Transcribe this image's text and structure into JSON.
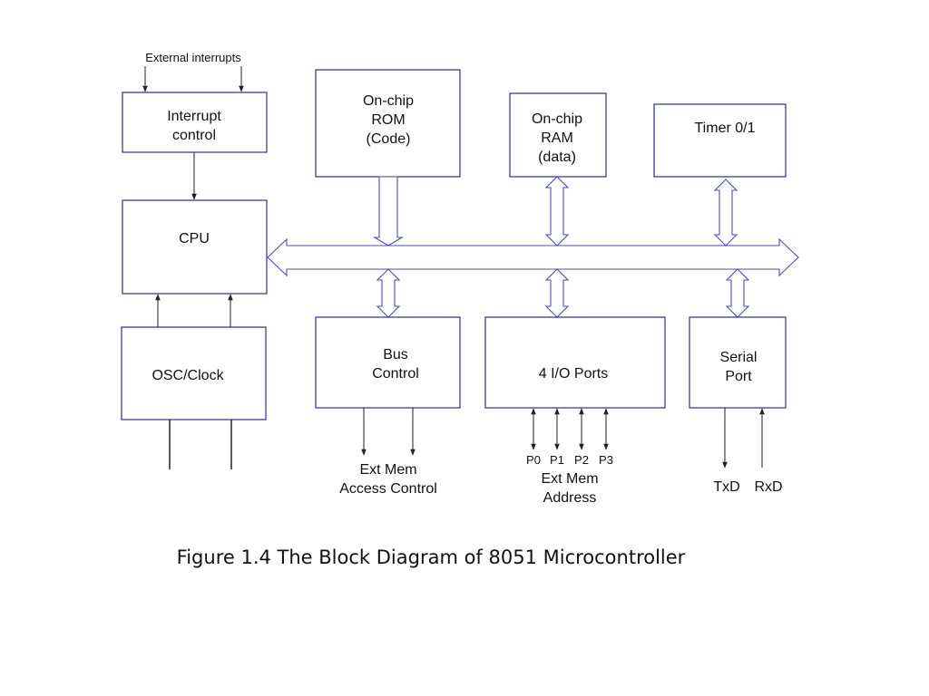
{
  "external_interrupts": "External interrupts",
  "blocks": {
    "interrupt_control": [
      "Interrupt",
      "control"
    ],
    "rom": [
      "On-chip",
      "ROM",
      "(Code)"
    ],
    "ram": [
      "On-chip",
      "RAM",
      "(data)"
    ],
    "timer": [
      "Timer 0/1"
    ],
    "cpu": [
      "CPU"
    ],
    "osc": [
      "OSC/Clock"
    ],
    "bus_control": [
      "Bus",
      "Control"
    ],
    "io_ports": [
      "4 I/O Ports"
    ],
    "serial_port": [
      "Serial",
      "Port"
    ]
  },
  "ports": [
    "P0",
    "P1",
    "P2",
    "P3"
  ],
  "ext_mem_access": [
    "Ext Mem",
    "Access Control"
  ],
  "ext_mem_address": [
    "Ext Mem",
    "Address"
  ],
  "serial_signals": {
    "txd": "TxD",
    "rxd": "RxD"
  },
  "caption": "Figure 1.4 The Block Diagram of 8051 Microcontroller",
  "colors": {
    "block_stroke": "#2e2e8a",
    "bus_stroke": "#4f4fb0",
    "line": "#222222"
  }
}
